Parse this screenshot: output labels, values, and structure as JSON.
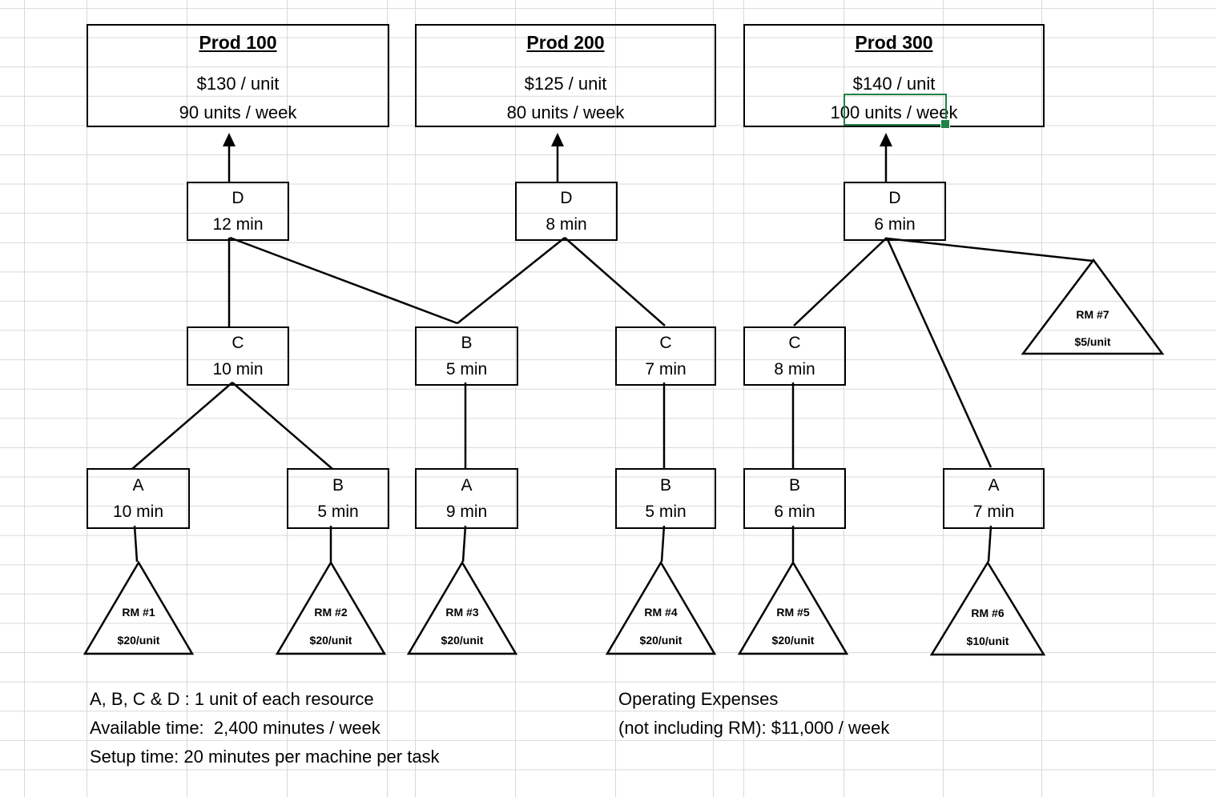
{
  "sheet": {
    "colors": {
      "grid_line": "#d9d9d9",
      "shape_line": "#000000",
      "selection_green": "#1f8048"
    },
    "products": [
      {
        "title": "Prod 100",
        "price": "$130 / unit",
        "rate": "90 units / week"
      },
      {
        "title": "Prod 200",
        "price": "$125 / unit",
        "rate": "80 units / week"
      },
      {
        "title": "Prod 300",
        "price": "$140 / unit",
        "rate": "100 units / week"
      }
    ],
    "tasks": {
      "p1d": {
        "resource": "D",
        "time": "12 min"
      },
      "p1c": {
        "resource": "C",
        "time": "10 min"
      },
      "p1a": {
        "resource": "A",
        "time": "10 min"
      },
      "p1b": {
        "resource": "B",
        "time": "5 min"
      },
      "p2d": {
        "resource": "D",
        "time": "8 min"
      },
      "p2b": {
        "resource": "B",
        "time": "5 min"
      },
      "p2c": {
        "resource": "C",
        "time": "7 min"
      },
      "p2a": {
        "resource": "A",
        "time": "9 min"
      },
      "p2b2": {
        "resource": "B",
        "time": "5 min"
      },
      "p3d": {
        "resource": "D",
        "time": "6 min"
      },
      "p3c": {
        "resource": "C",
        "time": "8 min"
      },
      "p3b": {
        "resource": "B",
        "time": "6 min"
      },
      "p3a": {
        "resource": "A",
        "time": "7 min"
      }
    },
    "raw_materials": {
      "rm1": {
        "name": "RM #1",
        "cost": "$20/unit"
      },
      "rm2": {
        "name": "RM #2",
        "cost": "$20/unit"
      },
      "rm3": {
        "name": "RM #3",
        "cost": "$20/unit"
      },
      "rm4": {
        "name": "RM #4",
        "cost": "$20/unit"
      },
      "rm5": {
        "name": "RM #5",
        "cost": "$20/unit"
      },
      "rm6": {
        "name": "RM #6",
        "cost": "$10/unit"
      },
      "rm7": {
        "name": "RM #7",
        "cost": "$5/unit"
      }
    },
    "notes_left": {
      "line1": "A, B, C & D : 1 unit of each resource",
      "line2": "Available time:  2,400 minutes / week",
      "line3": "Setup time: 20 minutes per machine per task"
    },
    "notes_right": {
      "line1": "Operating Expenses",
      "line2": "(not including RM): $11,000 / week"
    }
  }
}
